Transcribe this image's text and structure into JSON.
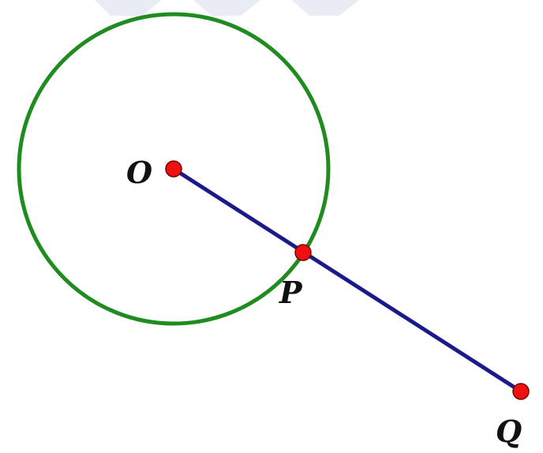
{
  "diagram": {
    "labels": {
      "O": "O",
      "P": "P",
      "Q": "Q"
    },
    "colors": {
      "circle": "#1e8c1e",
      "segment": "#1a1a8c",
      "point_fill": "#ee1111",
      "point_stroke": "#7a0000",
      "label": "#111111"
    }
  }
}
